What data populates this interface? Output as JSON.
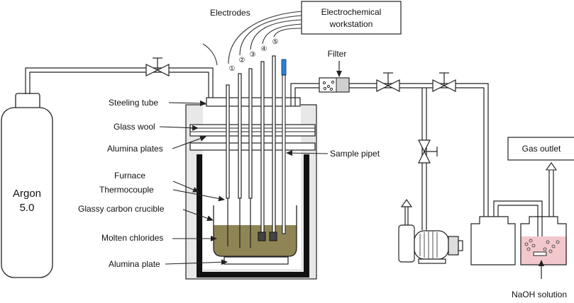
{
  "labels": {
    "electrodes": "Electrodes",
    "workstation_line1": "Electrochemical",
    "workstation_line2": "workstation",
    "filter": "Filter",
    "argon_line1": "Argon",
    "argon_line2": "5.0",
    "steeling_tube": "Steeling tube",
    "glass_wool": "Glass wool",
    "alumina_plates": "Alumina plates",
    "furnace": "Furnace",
    "thermocouple": "Thermocouple",
    "glassy_carbon_crucible": "Glassy carbon crucible",
    "molten_chlorides": "Molten chlorides",
    "alumina_plate": "Alumina plate",
    "sample_pipet": "Sample pipet",
    "gas_outlet": "Gas outlet",
    "naoh_solution": "NaOH solution"
  },
  "electrode_numbers": [
    "①",
    "②",
    "③",
    "④",
    "⑤"
  ],
  "colors": {
    "molten_salt": "#8f8454",
    "naoh_solution": "#f3c8cd",
    "furnace_wall": "#1a1a1a",
    "furnace_body": "#e6e6e6",
    "pipet_tip": "#2f7fd1",
    "line": "#222222"
  }
}
